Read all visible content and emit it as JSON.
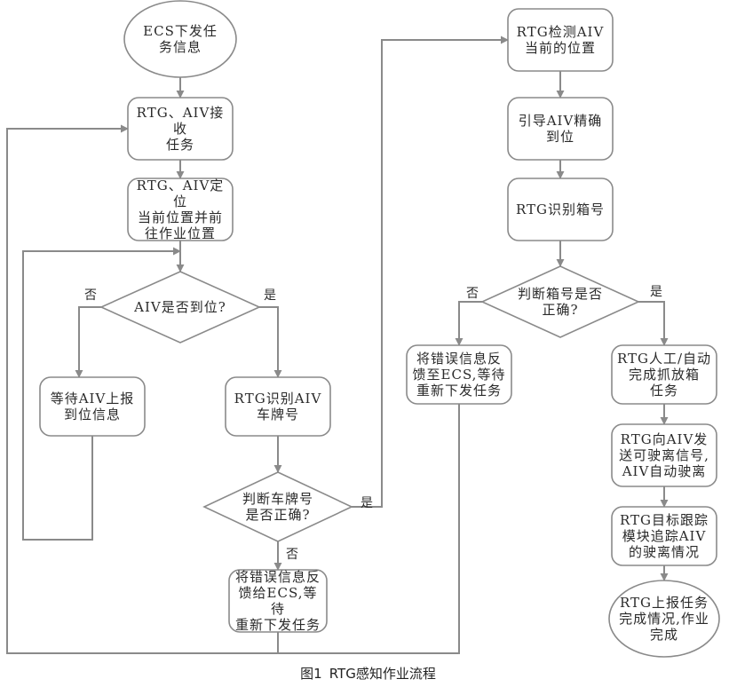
{
  "figure": {
    "caption_number": "图1",
    "caption_title": "RTG感知作业流程"
  },
  "colors": {
    "stroke": "#8a8a8a",
    "text": "#2a2a2a",
    "background": "#ffffff"
  },
  "nodes": [
    {
      "id": "start",
      "shape": "ellipse",
      "text": "ECS下发任\n务信息"
    },
    {
      "id": "receive",
      "shape": "rect",
      "text": "RTG、AIV接收\n任务"
    },
    {
      "id": "locate",
      "shape": "rect",
      "text": "RTG、AIV定位\n当前位置并前\n往作业位置"
    },
    {
      "id": "arrived",
      "shape": "diamond",
      "text": "AIV是否到位?"
    },
    {
      "id": "wait",
      "shape": "rect",
      "text": "等待AIV上报\n到位信息"
    },
    {
      "id": "plate",
      "shape": "rect",
      "text": "RTG识别AIV\n车牌号"
    },
    {
      "id": "plate_ok",
      "shape": "diamond",
      "text": "判断车牌号\n是否正确?"
    },
    {
      "id": "plate_err",
      "shape": "rect",
      "text": "将错误信息反\n馈给ECS,等待\n重新下发任务"
    },
    {
      "id": "detect",
      "shape": "rect",
      "text": "RTG检测AIV\n当前的位置"
    },
    {
      "id": "guide",
      "shape": "rect",
      "text": "引导AIV精确\n到位"
    },
    {
      "id": "box",
      "shape": "rect",
      "text": "RTG识别箱号"
    },
    {
      "id": "box_ok",
      "shape": "diamond",
      "text": "判断箱号是否正确?"
    },
    {
      "id": "box_err",
      "shape": "rect",
      "text": "将错误信息反\n馈至ECS,等待\n重新下发任务"
    },
    {
      "id": "grab",
      "shape": "rect",
      "text": "RTG人工/自动\n完成抓放箱\n任务"
    },
    {
      "id": "signal",
      "shape": "rect",
      "text": "RTG向AIV发\n送可驶离信号,\nAIV自动驶离"
    },
    {
      "id": "track",
      "shape": "rect",
      "text": "RTG目标跟踪\n模块追踪AIV\n的驶离情况"
    },
    {
      "id": "end",
      "shape": "ellipse",
      "text": "RTG上报任务\n完成情况,作业\n完成"
    }
  ],
  "edges": [
    {
      "from": "start",
      "to": "receive",
      "label": ""
    },
    {
      "from": "receive",
      "to": "locate",
      "label": ""
    },
    {
      "from": "locate",
      "to": "arrived",
      "label": ""
    },
    {
      "from": "arrived",
      "to": "wait",
      "label": "否"
    },
    {
      "from": "arrived",
      "to": "plate",
      "label": "是"
    },
    {
      "from": "wait",
      "to": "arrived",
      "label": ""
    },
    {
      "from": "plate",
      "to": "plate_ok",
      "label": ""
    },
    {
      "from": "plate_ok",
      "to": "detect",
      "label": "是"
    },
    {
      "from": "plate_ok",
      "to": "plate_err",
      "label": "否"
    },
    {
      "from": "plate_err",
      "to": "receive",
      "label": ""
    },
    {
      "from": "detect",
      "to": "guide",
      "label": ""
    },
    {
      "from": "guide",
      "to": "box",
      "label": ""
    },
    {
      "from": "box",
      "to": "box_ok",
      "label": ""
    },
    {
      "from": "box_ok",
      "to": "box_err",
      "label": "否"
    },
    {
      "from": "box_ok",
      "to": "grab",
      "label": "是"
    },
    {
      "from": "box_err",
      "to": "receive",
      "label": ""
    },
    {
      "from": "grab",
      "to": "signal",
      "label": ""
    },
    {
      "from": "signal",
      "to": "track",
      "label": ""
    },
    {
      "from": "track",
      "to": "end",
      "label": ""
    }
  ],
  "labels": {
    "yes": "是",
    "no": "否"
  }
}
